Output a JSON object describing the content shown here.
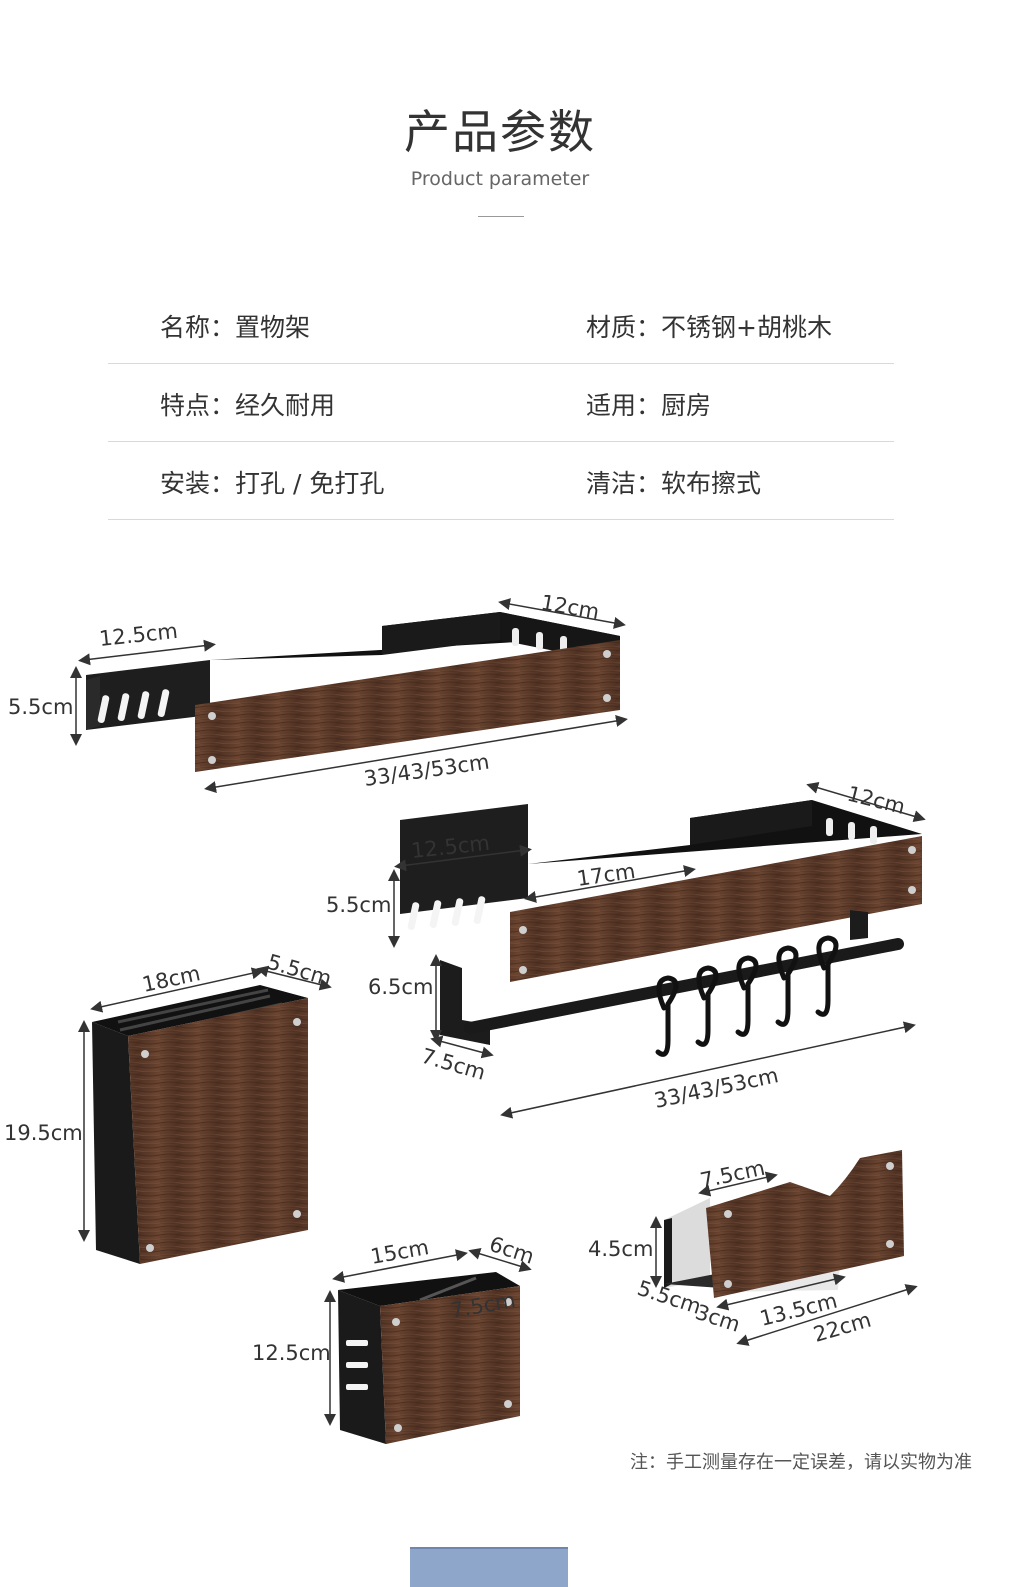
{
  "header": {
    "title": "产品参数",
    "subtitle": "Product parameter"
  },
  "specs": [
    {
      "left": "名称：置物架",
      "right": "材质：不锈钢+胡桃木"
    },
    {
      "left": "特点：经久耐用",
      "right": "适用：厨房"
    },
    {
      "left": "安装：打孔 / 免打孔",
      "right": "清洁：软布擦式"
    }
  ],
  "diagrams": {
    "shelf": {
      "width": "12.5cm",
      "depth": "12cm",
      "height": "5.5cm",
      "length": "33/43/53cm"
    },
    "shelf_with_bar": {
      "width": "12.5cm",
      "inner": "17cm",
      "depth": "12cm",
      "height": "5.5cm",
      "bar_drop": "6.5cm",
      "bar_offset": "7.5cm",
      "length": "33/43/53cm"
    },
    "knife_block": {
      "width": "18cm",
      "depth": "5.5cm",
      "height": "19.5cm"
    },
    "utensil_holder": {
      "width": "15cm",
      "depth": "6cm",
      "inner": "7.5cm",
      "height": "12.5cm"
    },
    "board_holder": {
      "top": "7.5cm",
      "height": "4.5cm",
      "depth": "5.5cm",
      "gap": "3cm",
      "inner_length": "13.5cm",
      "length": "22cm"
    }
  },
  "note": "注：手工测量存在一定误差，请以实物为准",
  "colors": {
    "wood": "#5a3b2a",
    "wood_dark": "#3e2518",
    "metal": "#1b1b1b",
    "bar_tab": "#8da6c9"
  }
}
